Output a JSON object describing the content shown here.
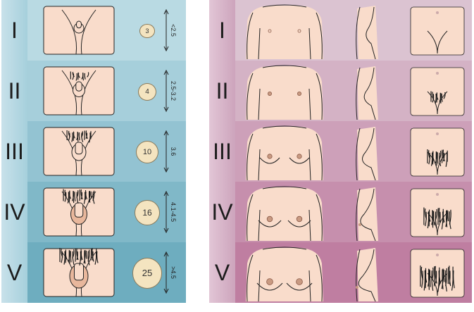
{
  "male_stages": [
    {
      "stage": "I",
      "testicular_volume": "3",
      "length": "<2.5",
      "hair": 0,
      "size": 0
    },
    {
      "stage": "II",
      "testicular_volume": "4",
      "length": "2.5-3.2",
      "hair": 1,
      "size": 1
    },
    {
      "stage": "III",
      "testicular_volume": "10",
      "length": "3.6",
      "hair": 2,
      "size": 2
    },
    {
      "stage": "IV",
      "testicular_volume": "16",
      "length": "4.1-4.5",
      "hair": 3,
      "size": 3
    },
    {
      "stage": "V",
      "testicular_volume": "25",
      "length": ">4.5",
      "hair": 4,
      "size": 4
    }
  ],
  "female_stages": [
    {
      "stage": "I",
      "breast": 0,
      "hair": 0
    },
    {
      "stage": "II",
      "breast": 1,
      "hair": 1
    },
    {
      "stage": "III",
      "breast": 2,
      "hair": 2
    },
    {
      "stage": "IV",
      "breast": 3,
      "hair": 3
    },
    {
      "stage": "V",
      "breast": 4,
      "hair": 4
    }
  ],
  "colors": {
    "skin": "#f9dccb",
    "male_panel": "#9fc8d3",
    "female_panel": "#d6b9c9",
    "hair": "#1a1a1a",
    "areola": "#c99a82"
  }
}
